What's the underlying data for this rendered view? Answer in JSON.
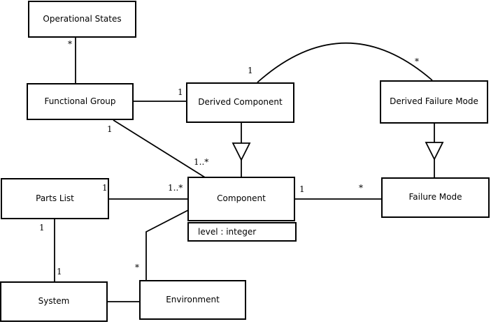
{
  "diagram": {
    "type": "uml-class-diagram",
    "background_color": "#ffffff",
    "line_color": "#000000",
    "classes": [
      {
        "name": "Operational States"
      },
      {
        "name": "Functional Group"
      },
      {
        "name": "Derived Component"
      },
      {
        "name": "Derived Failure Mode"
      },
      {
        "name": "Parts List"
      },
      {
        "name": "Component",
        "attributes": [
          "level : integer"
        ]
      },
      {
        "name": "Failure Mode"
      },
      {
        "name": "System"
      },
      {
        "name": "Environment"
      }
    ],
    "multiplicities": [
      {
        "text": "*",
        "relation": "operational-states--functional-group"
      },
      {
        "text": "1",
        "relation": "functional-group--derived-component"
      },
      {
        "text": "1",
        "relation": "functional-group--component, near functional-group"
      },
      {
        "text": "1..*",
        "relation": "functional-group--component, near component"
      },
      {
        "text": "1",
        "relation": "derived-component--derived-failure-mode, near derived-component"
      },
      {
        "text": "*",
        "relation": "derived-component--derived-failure-mode, near derived-failure-mode"
      },
      {
        "text": "1",
        "relation": "parts-list--component, near parts-list"
      },
      {
        "text": "1..*",
        "relation": "parts-list--component, near component"
      },
      {
        "text": "1",
        "relation": "component--failure-mode, near component"
      },
      {
        "text": "*",
        "relation": "component--failure-mode, near failure-mode"
      },
      {
        "text": "1",
        "relation": "parts-list--system, near parts-list"
      },
      {
        "text": "1",
        "relation": "parts-list--system, near system"
      },
      {
        "text": "*",
        "relation": "environment--component, near environment"
      }
    ]
  }
}
